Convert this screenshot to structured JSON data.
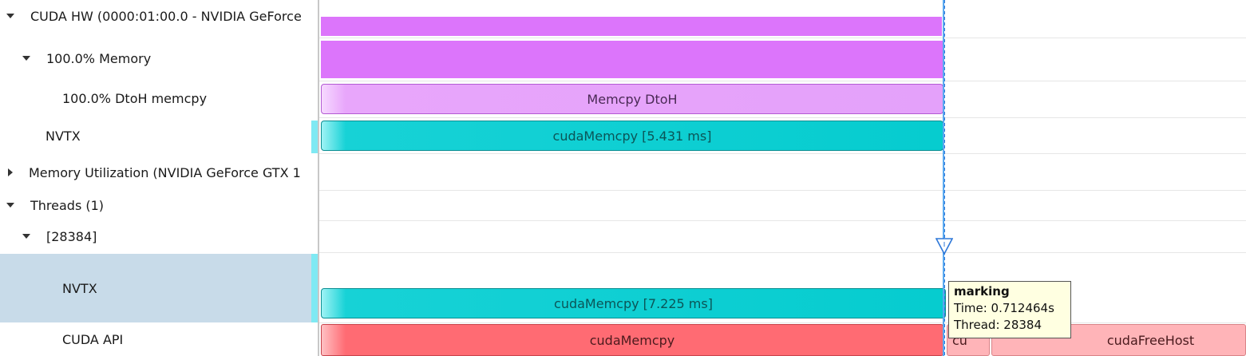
{
  "tree": {
    "rows": [
      {
        "label": "CUDA HW (0000:01:00.0 - NVIDIA GeForce",
        "expander": "down"
      },
      {
        "label": "100.0% Memory",
        "expander": "down"
      },
      {
        "label": "100.0% DtoH memcpy",
        "expander": "none"
      },
      {
        "label": "NVTX",
        "expander": "none"
      },
      {
        "label": "Memory Utilization (NVIDIA GeForce GTX 1",
        "expander": "right"
      },
      {
        "label": "Threads (1)",
        "expander": "down"
      },
      {
        "label": "[28384]",
        "expander": "down"
      },
      {
        "label": "NVTX",
        "expander": "none",
        "selected": true
      },
      {
        "label": "CUDA API",
        "expander": "none"
      }
    ]
  },
  "timeline": {
    "dtoh_memcpy_label": "Memcpy DtoH",
    "hw_nvtx_label": "cudaMemcpy [5.431 ms]",
    "thread_nvtx_label": "cudaMemcpy [7.225 ms]",
    "cuda_api_label": "cudaMemcpy",
    "cuda_api_small_label": "cu",
    "cuda_free_label": "cudaFreeHost"
  },
  "tooltip": {
    "title": "marking",
    "time": "Time: 0.712464s",
    "thread": "Thread: 28384"
  },
  "colors": {
    "nvtx": "#06cccf",
    "memory": "#dc75fb",
    "cuda_api": "#ff6b73",
    "selection": "#c8dbe9",
    "cursor": "#2f78d8"
  }
}
